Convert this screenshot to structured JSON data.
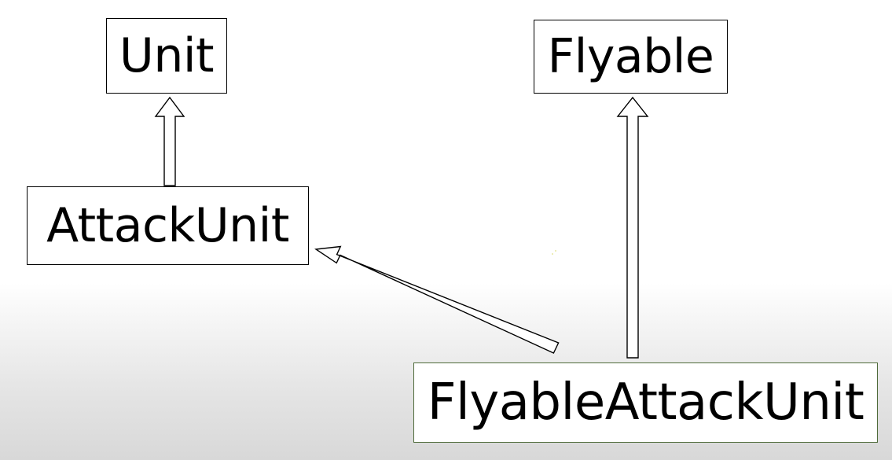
{
  "diagram": {
    "type": "class-inheritance",
    "nodes": [
      {
        "id": "unit",
        "label": "Unit"
      },
      {
        "id": "flyable",
        "label": "Flyable"
      },
      {
        "id": "attackunit",
        "label": "AttackUnit"
      },
      {
        "id": "flyableattackunit",
        "label": "FlyableAttackUnit",
        "highlighted": true
      }
    ],
    "edges": [
      {
        "from": "attackunit",
        "to": "unit",
        "style": "hollow-block-arrow"
      },
      {
        "from": "flyableattackunit",
        "to": "flyable",
        "style": "hollow-block-arrow"
      },
      {
        "from": "flyableattackunit",
        "to": "attackunit",
        "style": "hollow-block-arrow"
      }
    ]
  },
  "colors": {
    "box_border": "#000000",
    "highlight_border": "#4f6b3a",
    "arrow_fill": "#ffffff",
    "arrow_stroke": "#000000"
  }
}
